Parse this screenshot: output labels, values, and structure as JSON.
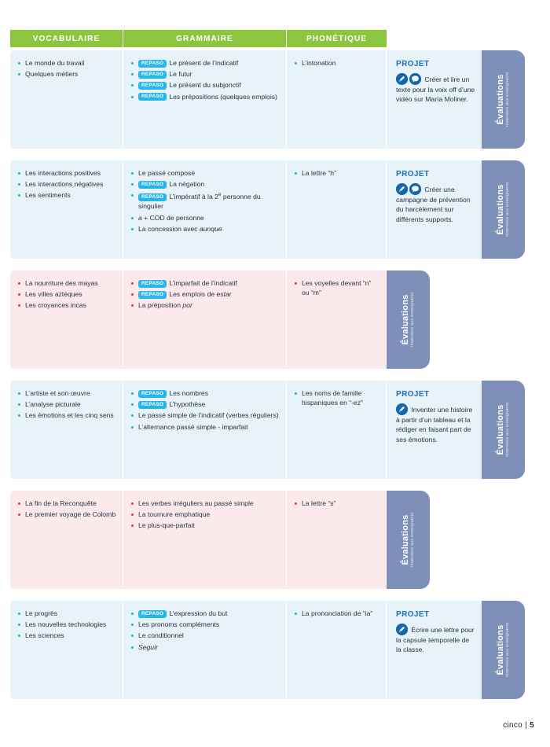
{
  "header": {
    "columns": [
      "VOCABULAIRE",
      "GRAMMAIRE",
      "PHONÉTIQUE"
    ],
    "green": "#8cc63e"
  },
  "labels": {
    "projet": "PROJET",
    "repaso": "REPASO",
    "evaluations_title": "Évaluations",
    "evaluations_sub": "réservées aux enseignants"
  },
  "colors": {
    "blue_row": "#e8f3f9",
    "pink_row": "#fce9ec",
    "bullet_blue": "#3aa8c1",
    "bullet_pink": "#e8316b",
    "badge": "#29b6e8",
    "projet_title": "#1e6fb8",
    "eval_tab": "#7e90b8"
  },
  "rows": [
    {
      "theme": "blue",
      "vocabulaire": [
        {
          "text": "Le monde du travail"
        },
        {
          "text": "Quelques métiers"
        }
      ],
      "grammaire": [
        {
          "repaso": true,
          "text": "Le présent de l’indicatif"
        },
        {
          "repaso": true,
          "text": "Le futur"
        },
        {
          "repaso": true,
          "text": "Le présent du subjonctif"
        },
        {
          "repaso": true,
          "text": "Les prépositions (quelques emplois)"
        }
      ],
      "phonetique": [
        {
          "text": "L’intonation"
        }
      ],
      "projet": {
        "icons": [
          "pencil-icon",
          "speech-bubble-icon"
        ],
        "text": "Créer et lire un texte pour la voix off d’une vidéo sur María Moliner."
      }
    },
    {
      "theme": "blue",
      "vocabulaire": [
        {
          "text": "Les interactions positives"
        },
        {
          "text": "Les interactions négatives"
        },
        {
          "text": "Les sentiments"
        }
      ],
      "grammaire": [
        {
          "text": "Le passé composé"
        },
        {
          "repaso": true,
          "text": "La négation"
        },
        {
          "repaso": true,
          "text": "L’impératif à la 2e personne du singulier"
        },
        {
          "text": "a + COD de personne",
          "italic_lead": "a"
        },
        {
          "text": "La concession avec aunque",
          "italic_tail": "aunque"
        }
      ],
      "phonetique": [
        {
          "text": "La lettre “h”"
        }
      ],
      "projet": {
        "icons": [
          "pencil-icon",
          "speech-bubble-icon"
        ],
        "text": "Créer une campagne de prévention du harcèlement sur différents supports."
      }
    },
    {
      "theme": "pink",
      "vocabulaire": [
        {
          "text": "La nourriture des mayas"
        },
        {
          "text": "Les villes aztèques"
        },
        {
          "text": "Les croyances incas"
        }
      ],
      "grammaire": [
        {
          "repaso": true,
          "text": "L’imparfait de l’indicatif"
        },
        {
          "repaso": true,
          "text": "Les emplois de estar",
          "italic_tail": "estar"
        },
        {
          "text": "La préposition por",
          "italic_tail": "por"
        }
      ],
      "phonetique": [
        {
          "text": "Les voyelles devant “n” ou “m”"
        }
      ],
      "projet": null
    },
    {
      "theme": "blue",
      "vocabulaire": [
        {
          "text": "L’artiste et son œuvre"
        },
        {
          "text": "L’analyse picturale"
        },
        {
          "text": "Les émotions et les cinq sens"
        }
      ],
      "grammaire": [
        {
          "repaso": true,
          "text": "Les nombres"
        },
        {
          "repaso": true,
          "text": "L’hypothèse"
        },
        {
          "text": "Le passé simple de l’indicatif (verbes réguliers)"
        },
        {
          "text": "L’alternance passé simple - imparfait"
        }
      ],
      "phonetique": [
        {
          "text": "Les noms de famille hispaniques en “-ez”"
        }
      ],
      "projet": {
        "icons": [
          "pencil-icon"
        ],
        "text": "Inventer une histoire à partir d’un tableau et la rédiger en faisant part de ses émotions."
      }
    },
    {
      "theme": "pink",
      "vocabulaire": [
        {
          "text": "La fin de la Reconquête"
        },
        {
          "text": "Le premier voyage de Colomb"
        }
      ],
      "grammaire": [
        {
          "text": "Les verbes irréguliers au passé simple"
        },
        {
          "text": "La tournure emphatique"
        },
        {
          "text": "Le plus-que-parfait"
        }
      ],
      "phonetique": [
        {
          "text": "La lettre “s”"
        }
      ],
      "projet": null
    },
    {
      "theme": "blue",
      "vocabulaire": [
        {
          "text": "Le progrès"
        },
        {
          "text": "Les nouvelles technologies"
        },
        {
          "text": "Les sciences"
        }
      ],
      "grammaire": [
        {
          "repaso": true,
          "text": "L’expression du but"
        },
        {
          "text": "Les pronoms compléments"
        },
        {
          "text": "Le conditionnel"
        },
        {
          "text": "Seguir",
          "italic_all": true
        }
      ],
      "phonetique": [
        {
          "text": "La prononciation de “ia”"
        }
      ],
      "projet": {
        "icons": [
          "pencil-icon"
        ],
        "text": "Écrire une lettre pour la capsule temporelle de la classe."
      }
    }
  ],
  "footer": {
    "word": "cinco",
    "separator": "|",
    "page": "5"
  }
}
